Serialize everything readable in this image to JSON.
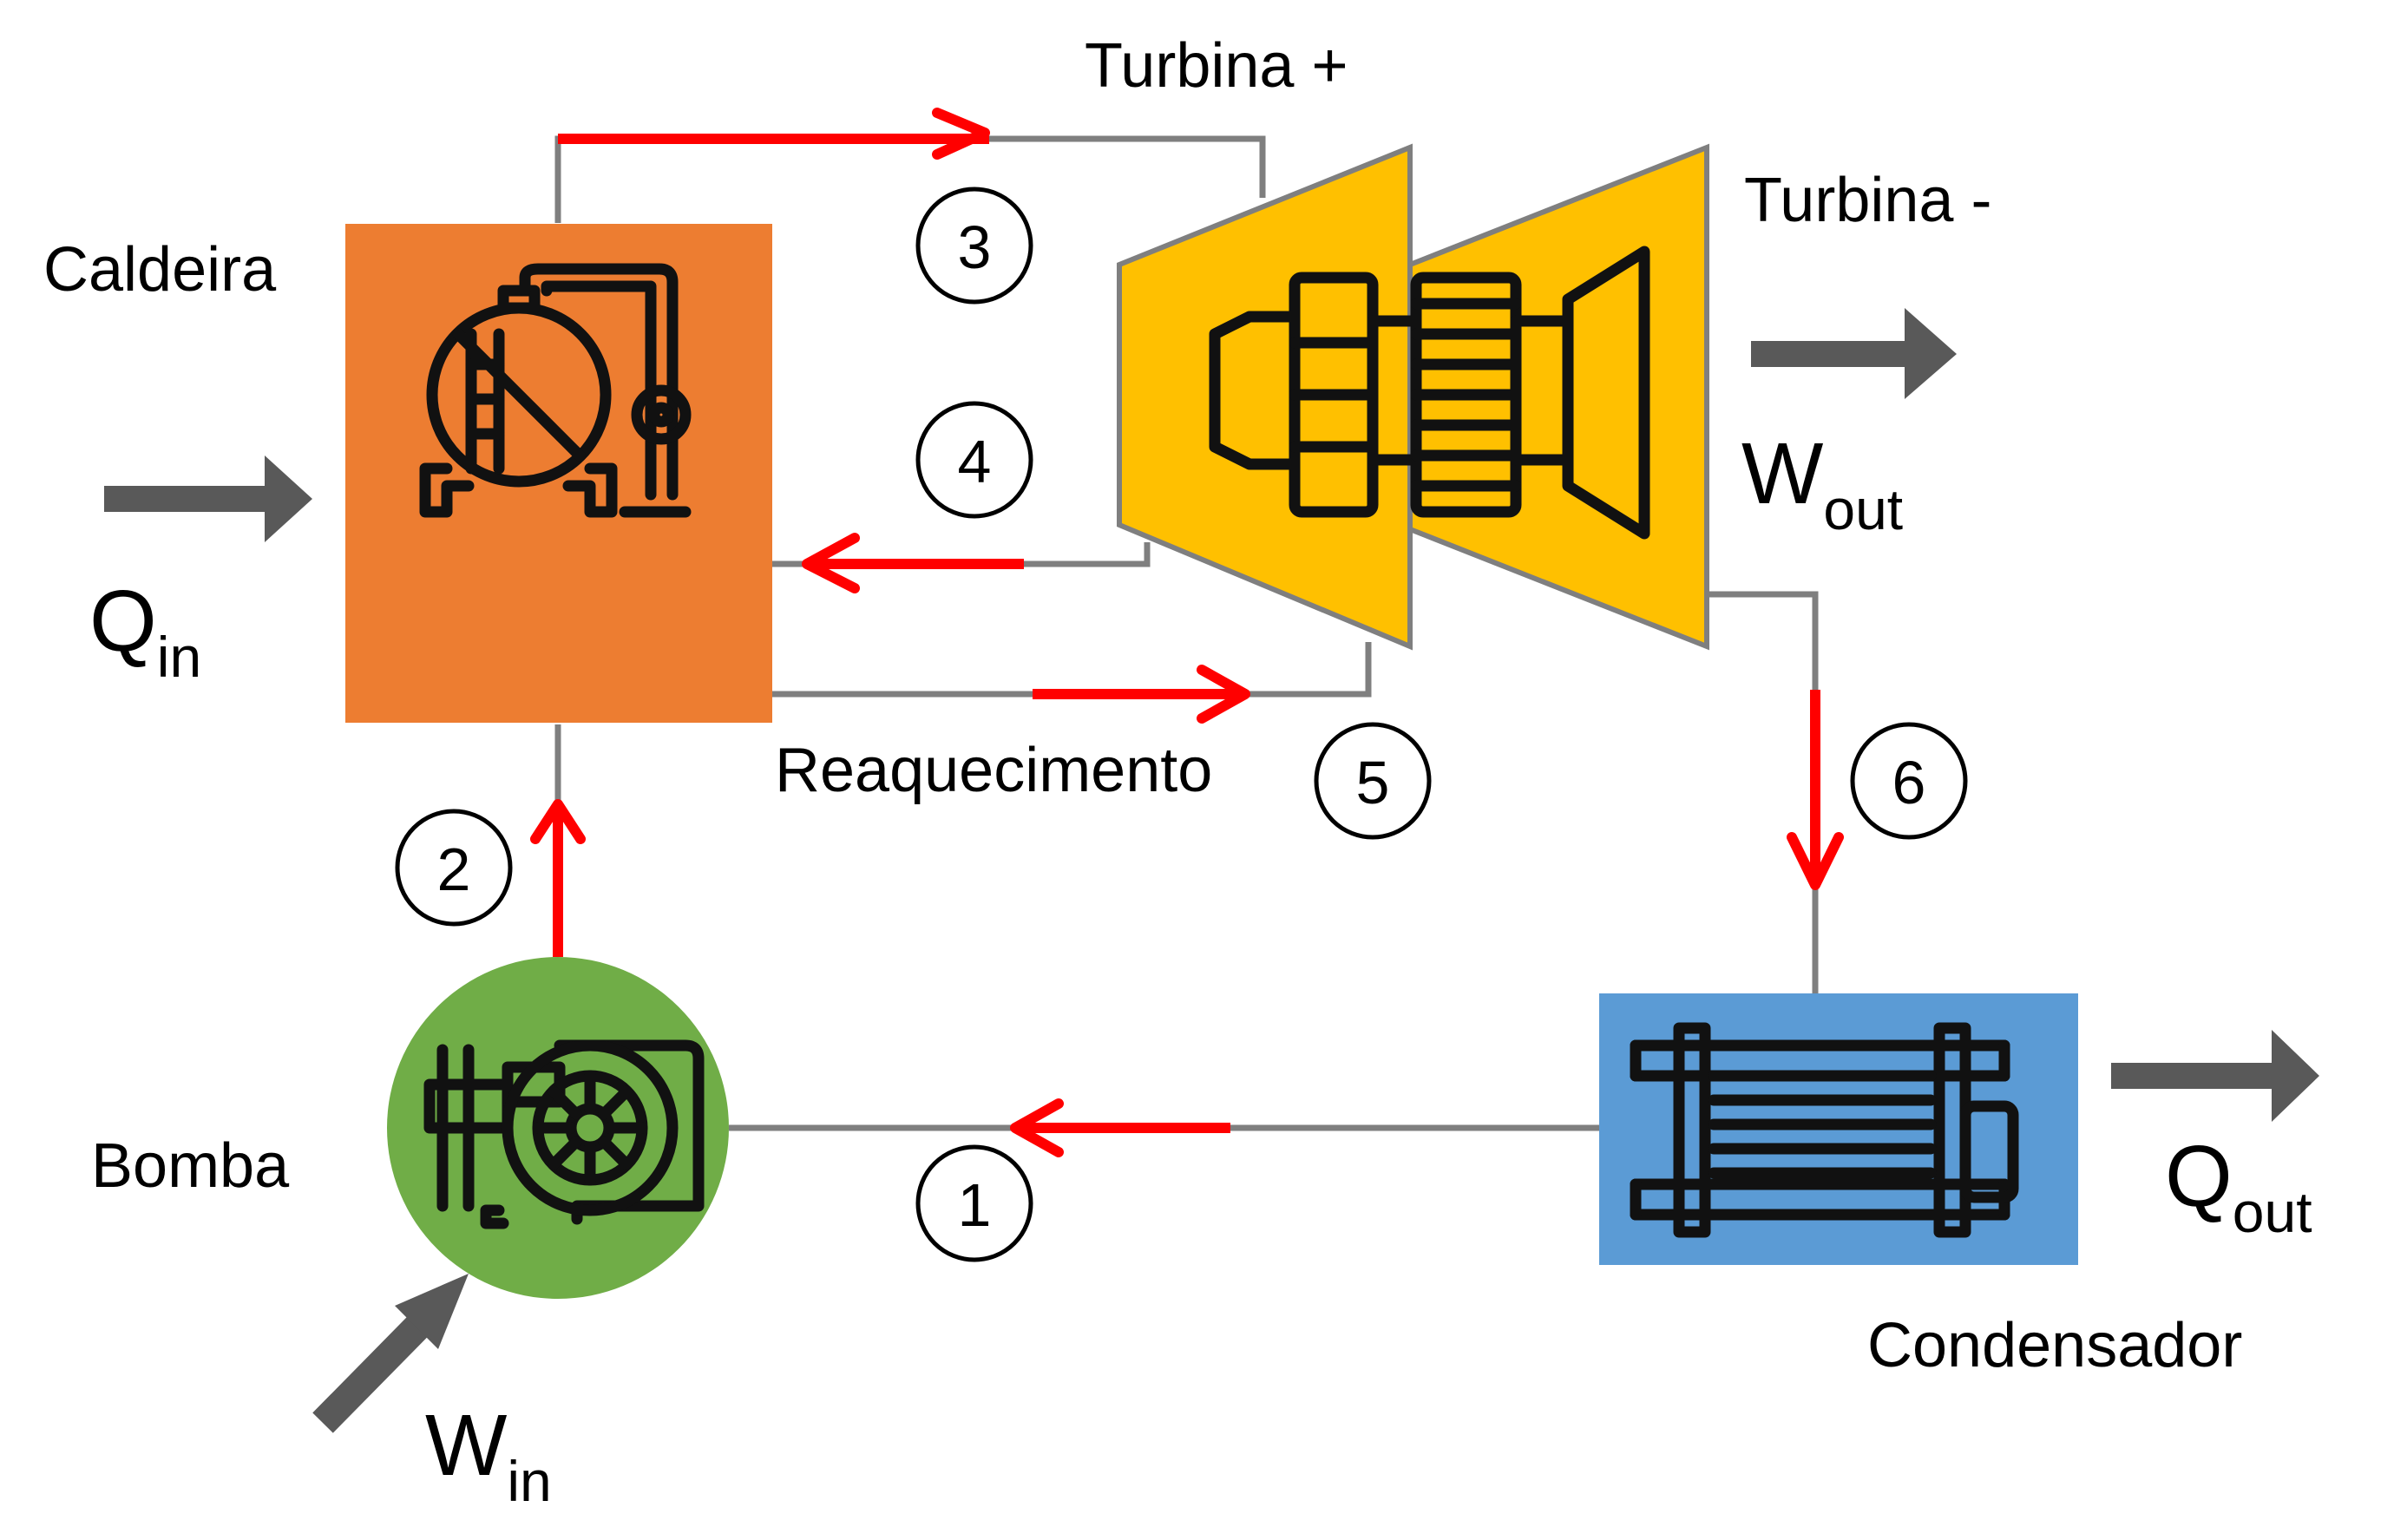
{
  "labels": {
    "caldeira": "Caldeira",
    "turbina_hp": "Turbina +",
    "turbina_lp": "Turbina -",
    "reaquecimento": "Reaquecimento",
    "bomba": "Bomba",
    "condensador": "Condensador"
  },
  "energy": {
    "q_in": {
      "main": "Q",
      "sub": "in"
    },
    "q_out": {
      "main": "Q",
      "sub": "out"
    },
    "w_out": {
      "main": "W",
      "sub": "out"
    },
    "w_in": {
      "main": "W",
      "sub": "in"
    }
  },
  "states": [
    "1",
    "2",
    "3",
    "4",
    "5",
    "6"
  ],
  "colors": {
    "boiler": "#ed7d31",
    "turbine": "#ffc000",
    "pump": "#70ad47",
    "condenser": "#5b9bd5",
    "flow": "#ff0000",
    "pipe": "#7f7f7f",
    "energy_arrow": "#595959"
  },
  "icons": {
    "boiler": "boiler-tank-icon",
    "turbine": "turbine-shaft-icon",
    "pump": "pump-motor-icon",
    "condenser": "heat-exchanger-icon"
  }
}
